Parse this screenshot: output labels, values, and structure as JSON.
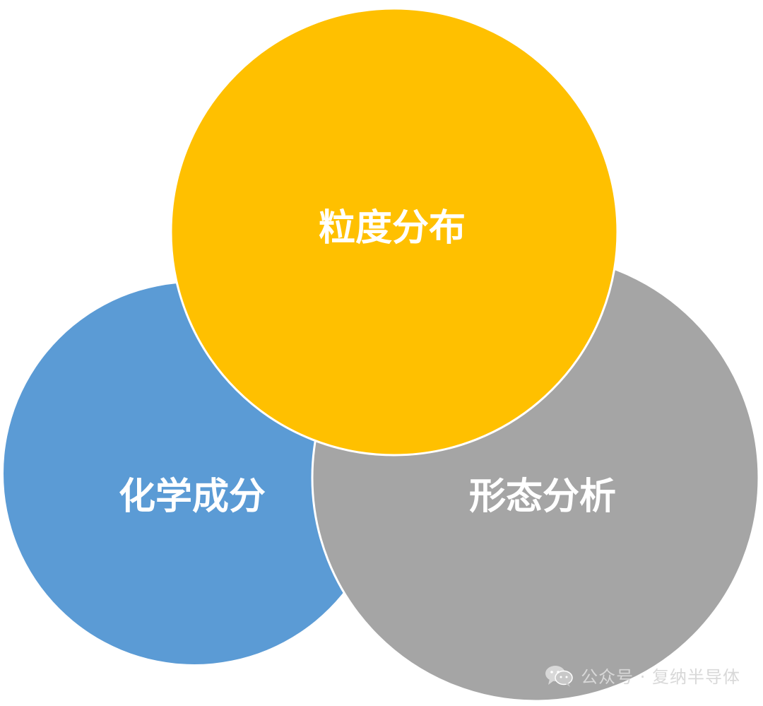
{
  "circles": {
    "chemical": {
      "label": "化学成分",
      "color": "#5b9bd5"
    },
    "morphology": {
      "label": "形态分析",
      "color": "#a5a5a5"
    },
    "particle": {
      "label": "粒度分布",
      "color": "#ffc000"
    }
  },
  "outline_color": "#ffffff",
  "watermark": {
    "icon": "wechat-icon",
    "text": "公众号 · 复纳半导体"
  }
}
